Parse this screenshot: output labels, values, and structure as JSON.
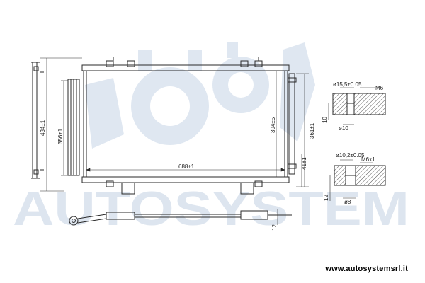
{
  "watermark": {
    "brand": "AUTOSYSTEM"
  },
  "footer": {
    "url": "www.autosystemsrl.it"
  },
  "dimensions": {
    "overall_height": "434±1",
    "side_height": "356±1",
    "core_width": "688±1",
    "core_height": "394±5",
    "mount_height": "361±1",
    "offset_bottom": "41±1",
    "hose_dim": "12"
  },
  "detail_top": {
    "bore": "ø15,5±0.05",
    "thread": "M6",
    "depth": "10",
    "hole": "ø10"
  },
  "detail_bottom": {
    "bore": "ø10,2±0.05",
    "thread": "M6x1",
    "depth": "12",
    "hole": "ø8"
  },
  "colors": {
    "line": "#2a2a2a",
    "watermark": "#dde5ef",
    "hatch": "#555555"
  }
}
